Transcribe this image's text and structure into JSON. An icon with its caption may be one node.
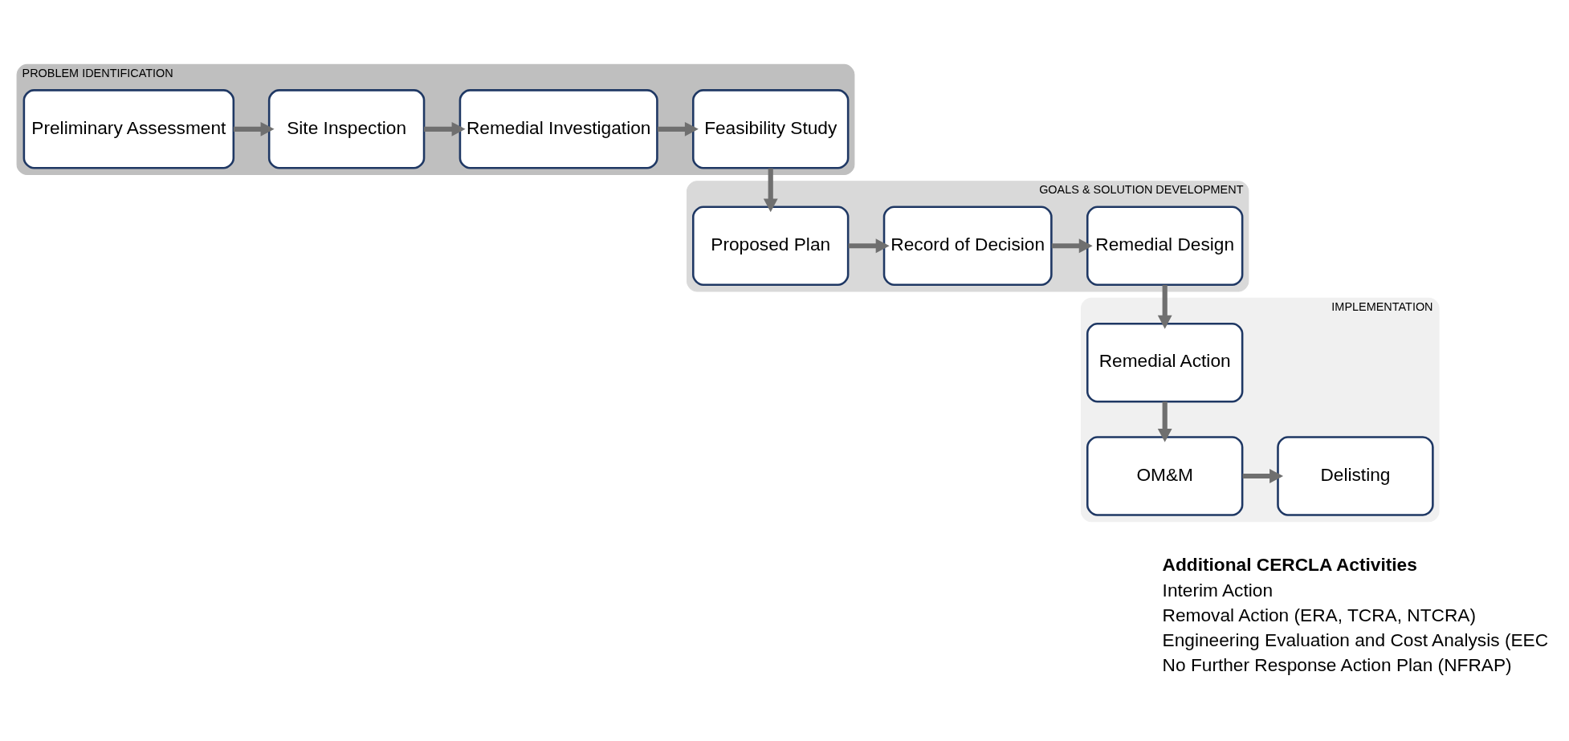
{
  "diagram": {
    "nodes": [
      {
        "text": [
          "PROBLEM IDENTIFICATION"
        ]
      },
      {
        "text": [
          "Preliminary Assessment"
        ],
        "in": 0
      },
      {
        "text": [
          "Site Inspection"
        ],
        "in": 0
      },
      {
        "text": [
          "Remedial Investigation"
        ],
        "in": 0
      },
      {
        "text": [
          "Feasibility Study"
        ],
        "in": 0
      },
      {
        "text": [
          "GOALS & SOLUTION DEVELOPMENT"
        ]
      },
      {
        "text": [
          "Remedial Design"
        ],
        "in": 5
      },
      {
        "text": [
          "Record of Decision"
        ],
        "in": 5
      },
      {
        "text": [
          "Proposed Plan"
        ],
        "in": 5
      },
      {
        "text": [
          "IMPLEMENTATION"
        ]
      },
      {
        "text": [
          "Remedial Action"
        ],
        "in": 9
      },
      {
        "text": [
          "OM&M"
        ],
        "in": 9
      },
      {
        "text": [
          "Delisting"
        ],
        "in": 9
      }
    ],
    "edges": [
      {
        "from": 1,
        "to": 2,
        "arrow": "to"
      },
      {
        "from": 2,
        "to": 3,
        "arrow": "to"
      },
      {
        "from": 3,
        "to": 4,
        "arrow": "to"
      },
      {
        "from": 4,
        "to": 8,
        "arrow": "to"
      },
      {
        "from": 8,
        "to": 7,
        "arrow": "to"
      },
      {
        "from": 7,
        "to": 6,
        "arrow": "to"
      },
      {
        "from": 6,
        "to": 10,
        "arrow": "to"
      },
      {
        "from": 10,
        "to": 11,
        "arrow": "to"
      },
      {
        "from": 11,
        "to": 12,
        "arrow": "to"
      }
    ],
    "labels": [
      "Additional CERCLA Activities",
      "Interim Action",
      "Removal Action (ERA, TCRA, NTCRA)",
      "Engineering Evaluation and Cost Analysis (EEC",
      "No Further Response Action Plan (NFRAP)"
    ]
  }
}
